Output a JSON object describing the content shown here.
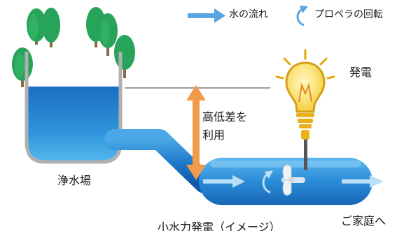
{
  "legend": {
    "flow_label": "水の流れ",
    "rotation_label": "プロペラの回転",
    "flow_icon": "blue-arrow-icon",
    "rotation_icon": "rotation-arc-icon"
  },
  "labels": {
    "power_generation": "発電",
    "head_line1": "高低差を",
    "head_line2": "利用",
    "purification_plant": "浄水場",
    "caption": "小水力発電（イメージ）",
    "to_homes": "ご家庭へ"
  },
  "colors": {
    "water_dark": "#0d5fb0",
    "water_light": "#4fb2ea",
    "pipe": "#2a86d3",
    "arrow_blue": "#5aa6e2",
    "head_arrow": "#f39a4a",
    "tree_green": "#27a35a",
    "trunk": "#8a6a4b",
    "bulb_yellow": "#f7d64a",
    "bulb_outline": "#d4a017",
    "level_line": "#9e9e9e"
  },
  "icons": {
    "tree": "tree-icon",
    "bulb": "light-bulb-icon",
    "propeller": "propeller-icon"
  }
}
